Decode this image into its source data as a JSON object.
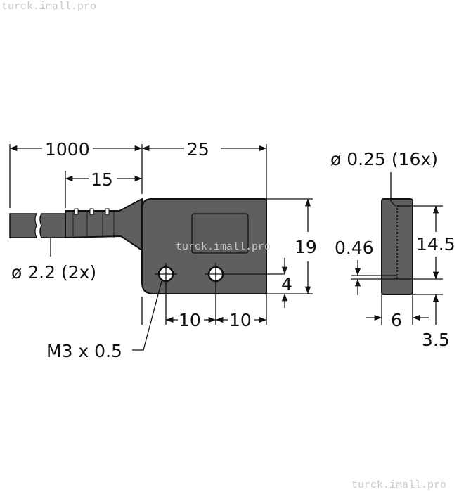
{
  "watermarks": {
    "top_left": "turck.imall.pro",
    "center": "turck.imall.pro",
    "bottom_right": "turck.imall.pro"
  },
  "dimensions": {
    "cable_length": "1000",
    "strain_relief": "15",
    "body_length": "25",
    "body_height": "19",
    "hole_offset": "4",
    "hole_pitch_1": "10",
    "hole_pitch_2": "10",
    "cable_diameter": "ø 2.2 (2x)",
    "thread": "M3 x 0.5",
    "fiber_diameter": "ø 0.25 (16x)",
    "fiber_pitch": "0.46",
    "array_height": "14.5",
    "side_width": "6",
    "bottom_offset": "3.5"
  },
  "colors": {
    "body_fill": "#5f5f5f",
    "line": "#111111",
    "watermark": "#c8c8c8"
  }
}
